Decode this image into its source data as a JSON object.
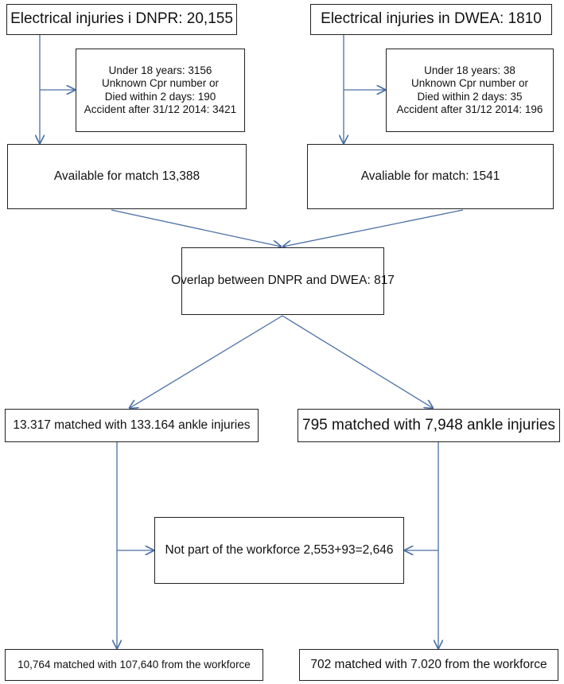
{
  "boxes": {
    "dnpr_total": "Electrical injuries i DNPR: 20,155",
    "dwea_total": "Electrical injuries in DWEA: 1810",
    "dnpr_exclusions": [
      "Under 18 years: 3156",
      "Unknown Cpr number or",
      "Died within 2 days: 190",
      "Accident after 31/12 2014: 3421"
    ],
    "dwea_exclusions": [
      "Under 18 years: 38",
      "Unknown Cpr number or",
      "Died within 2 days: 35",
      "Accident after 31/12 2014: 196"
    ],
    "dnpr_available": "Available for match 13,388",
    "dwea_available": "Avaliable for match: 1541",
    "overlap": "Overlap between DNPR and DWEA: 817",
    "left_matched": "13.317 matched with 133.164 ankle injuries",
    "right_matched": "795 matched with  7,948 ankle injuries",
    "not_workforce": "Not part of the workforce 2,553+93=2,646",
    "left_final": "10,764  matched with 107,640 from the workforce",
    "right_final": "702 matched with 7.020 from the workforce"
  },
  "colors": {
    "arrow": "#4a6fa5",
    "border": "#222222"
  }
}
